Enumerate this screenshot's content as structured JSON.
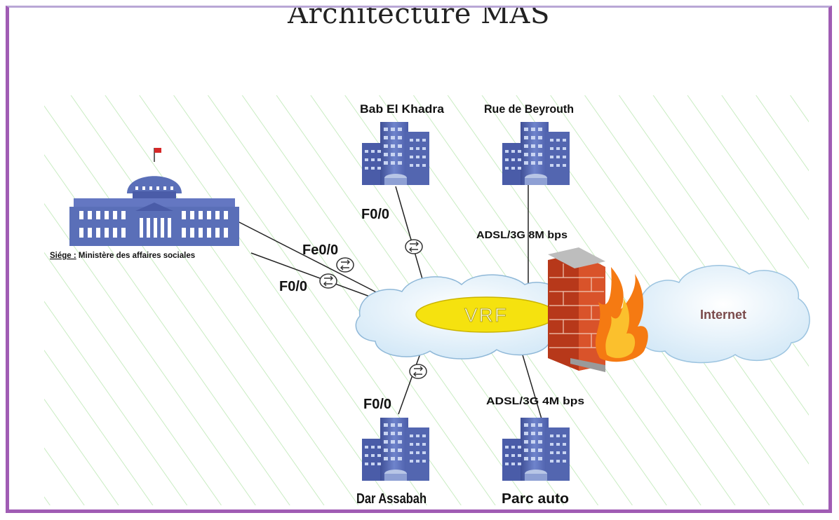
{
  "title": "Architecture MAS",
  "nodes": {
    "siege_prefix": "Siége :",
    "siege_name": " Ministère des affaires sociales",
    "bab_el_khadra": "Bab El Khadra",
    "rue_de_beyrouth": "Rue de Beyrouth",
    "dar_assabah": "Dar Assabah",
    "parc_auto": "Parc auto",
    "vrf": "VRF",
    "internet": "Internet"
  },
  "links": {
    "siege_fe": "Fe0/0",
    "siege_f": "F0/0",
    "bab_f": "F0/0",
    "dar_f": "F0/0",
    "rue_adsl": "ADSL/3G 8M bps",
    "parc_adsl": "ADSL/3G 4M bps"
  },
  "colors": {
    "frame": "#a05cb4",
    "hatch": "#c9ecc2",
    "building": "#5a6fb8",
    "vrf": "#f5e20f",
    "cloud": "#e3f1fb",
    "firewall": "#c8431a",
    "flame": "#f57a12"
  }
}
